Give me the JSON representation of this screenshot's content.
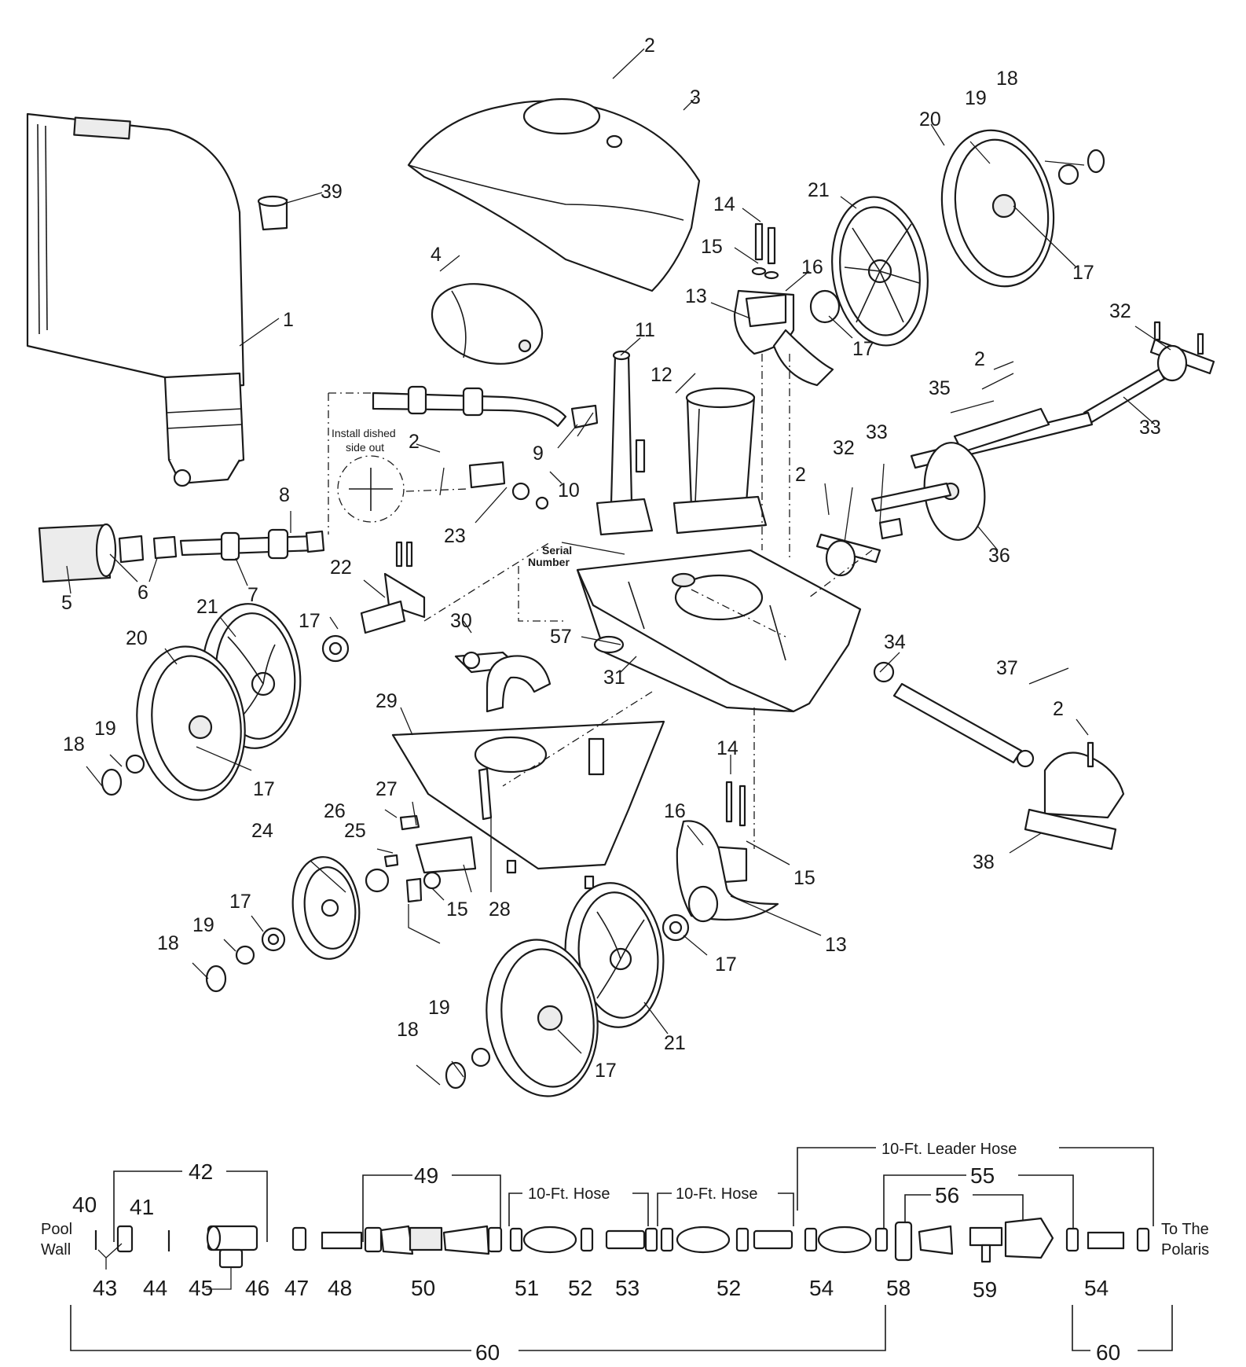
{
  "labels": {
    "p1": "1",
    "p2a": "2",
    "p2b": "2",
    "p2c": "2",
    "p2d": "2",
    "p2e": "2",
    "p3": "3",
    "p4": "4",
    "p5": "5",
    "p6": "6",
    "p7": "7",
    "p8": "8",
    "p9": "9",
    "p10": "10",
    "p11": "11",
    "p12": "12",
    "p13a": "13",
    "p13b": "13",
    "p14a": "14",
    "p14b": "14",
    "p15a": "15",
    "p15b": "15",
    "p15c": "15",
    "p16a": "16",
    "p16b": "16",
    "p17a": "17",
    "p17b": "17",
    "p17c": "17",
    "p17d": "17",
    "p17e": "17",
    "p17f": "17",
    "p17g": "17",
    "p18a": "18",
    "p18b": "18",
    "p18c": "18",
    "p18d": "18",
    "p19a": "19",
    "p19b": "19",
    "p19c": "19",
    "p19d": "19",
    "p20a": "20",
    "p20b": "20",
    "p21a": "21",
    "p21b": "21",
    "p21c": "21",
    "p22": "22",
    "p23": "23",
    "p24": "24",
    "p25": "25",
    "p26": "26",
    "p27": "27",
    "p28": "28",
    "p29": "29",
    "p30": "30",
    "p31": "31",
    "p32a": "32",
    "p32b": "32",
    "p33a": "33",
    "p33b": "33",
    "p34": "34",
    "p35": "35",
    "p36": "36",
    "p37": "37",
    "p38": "38",
    "p39": "39",
    "p57": "57",
    "install_note_line1": "Install dished",
    "install_note_line2": "side out",
    "serial_line1": "Serial",
    "serial_line2": "Number"
  },
  "hose_kit": {
    "labels": {
      "p40": "40",
      "p41": "41",
      "p42": "42",
      "p43": "43",
      "p44": "44",
      "p45": "45",
      "p46": "46",
      "p47": "47",
      "p48": "48",
      "p49": "49",
      "p50": "50",
      "p51": "51",
      "p52a": "52",
      "p52b": "52",
      "p53": "53",
      "p54a": "54",
      "p54b": "54",
      "p55": "55",
      "p56": "56",
      "p58": "58",
      "p59": "59",
      "p60a": "60",
      "p60b": "60"
    },
    "pool_wall_line1": "Pool",
    "pool_wall_line2": "Wall",
    "hose1": "10-Ft. Hose",
    "hose2": "10-Ft. Hose",
    "leader_hose": "10-Ft. Leader Hose",
    "to_polaris_line1": "To The",
    "to_polaris_line2": "Polaris"
  }
}
